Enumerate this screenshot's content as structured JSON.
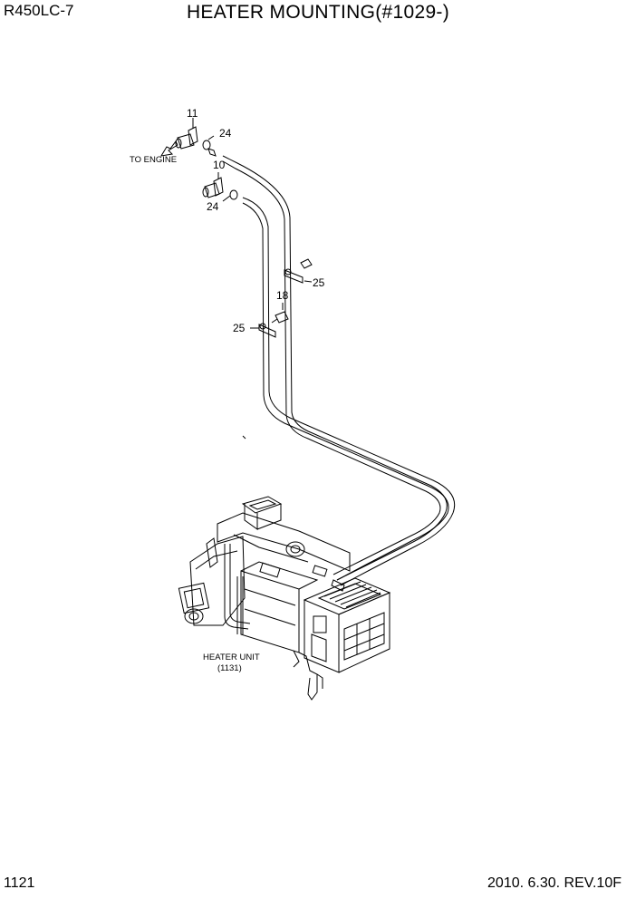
{
  "header": {
    "model": "R450LC-7",
    "title": "HEATER MOUNTING(#1029-)"
  },
  "footer": {
    "page_number": "1121",
    "revision": "2010. 6.30.  REV.10F"
  },
  "callouts": {
    "c11": "11",
    "c24_top": "24",
    "c10": "10",
    "c24_mid": "24",
    "c25_right": "25",
    "c18": "18",
    "c25_left": "25"
  },
  "notes": {
    "to_engine": "TO ENGINE",
    "heater_unit_label": "HEATER UNIT",
    "heater_unit_ref": "(1131)"
  }
}
